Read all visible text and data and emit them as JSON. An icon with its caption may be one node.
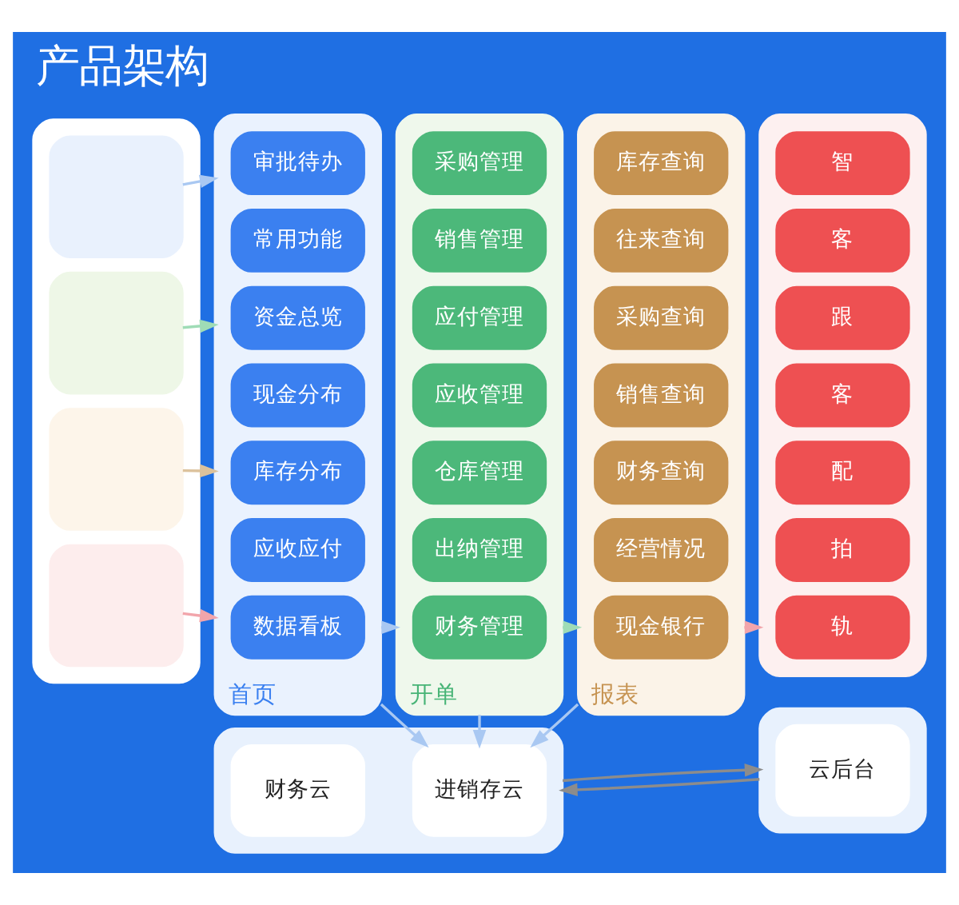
{
  "diagram": {
    "title": "产品架构",
    "nodes": [
      {
        "text": [],
        "shape": "box"
      },
      {
        "text": [],
        "shape": "box",
        "in": 0
      },
      {
        "text": [],
        "shape": "box",
        "in": 0
      },
      {
        "text": [],
        "shape": "box",
        "in": 0
      },
      {
        "text": [],
        "shape": "box",
        "in": 0
      },
      {
        "text": [
          "首页"
        ]
      },
      {
        "text": [
          "审批待办"
        ],
        "in": 5
      },
      {
        "text": [
          "常用功能"
        ],
        "in": 5
      },
      {
        "text": [
          "资金总览"
        ],
        "in": 5
      },
      {
        "text": [
          "现金分布"
        ],
        "in": 5
      },
      {
        "text": [
          "库存分布"
        ],
        "in": 5
      },
      {
        "text": [
          "应收应付"
        ],
        "in": 5
      },
      {
        "text": [
          "数据看板"
        ],
        "in": 5
      },
      {
        "text": [
          "开单"
        ]
      },
      {
        "text": [
          "采购管理"
        ],
        "in": 13
      },
      {
        "text": [
          "销售管理"
        ],
        "in": 13
      },
      {
        "text": [
          "应付管理"
        ],
        "in": 13
      },
      {
        "text": [
          "应收管理"
        ],
        "in": 13
      },
      {
        "text": [
          "仓库管理"
        ],
        "in": 13
      },
      {
        "text": [
          "出纳管理"
        ],
        "in": 13
      },
      {
        "text": [
          "财务管理"
        ],
        "in": 13
      },
      {
        "text": [
          "报表"
        ]
      },
      {
        "text": [
          "库存查询"
        ],
        "in": 21
      },
      {
        "text": [
          "往来查询"
        ],
        "in": 21
      },
      {
        "text": [
          "采购查询"
        ],
        "in": 21
      },
      {
        "text": [
          "销售查询"
        ],
        "in": 21
      },
      {
        "text": [
          "财务查询"
        ],
        "in": 21
      },
      {
        "text": [
          "经营情况"
        ],
        "in": 21
      },
      {
        "text": [
          "现金银行"
        ],
        "in": 21
      },
      {
        "text": [],
        "shape": "box"
      },
      {
        "text": [
          "智"
        ],
        "in": 29
      },
      {
        "text": [
          "客"
        ],
        "in": 29
      },
      {
        "text": [
          "跟"
        ],
        "in": 29
      },
      {
        "text": [
          "客"
        ],
        "in": 29
      },
      {
        "text": [
          "配"
        ],
        "in": 29
      },
      {
        "text": [
          "拍"
        ],
        "in": 29
      },
      {
        "text": [
          "轨"
        ],
        "in": 29
      },
      {
        "text": [],
        "shape": "box"
      },
      {
        "text": [
          "财务云"
        ],
        "in": 37
      },
      {
        "text": [
          "进销存云"
        ],
        "in": 37
      },
      {
        "text": [],
        "shape": "box"
      },
      {
        "text": [
          "云后台"
        ],
        "in": 40
      }
    ],
    "edges": [
      {
        "from": 1,
        "to": 5,
        "arrow": "to"
      },
      {
        "from": 2,
        "to": 5,
        "arrow": "to",
        "color": "#9fdcb6"
      },
      {
        "from": 3,
        "to": 5,
        "arrow": "to",
        "color": "#dcc29c"
      },
      {
        "from": 4,
        "to": 5,
        "arrow": "to",
        "color": "#f2a5ab"
      },
      {
        "from": 5,
        "to": 13,
        "arrow": "to"
      },
      {
        "from": 13,
        "to": 21,
        "arrow": "to",
        "color": "#9fdcb6"
      },
      {
        "from": 21,
        "to": 29,
        "arrow": "to",
        "color": "#f2a5ab"
      },
      {
        "from": 5,
        "to": 39,
        "arrow": "to"
      },
      {
        "from": 13,
        "to": 39,
        "arrow": "to"
      },
      {
        "from": 21,
        "to": 39,
        "arrow": "to"
      },
      {
        "from": 40,
        "to": 37,
        "arrow": "to",
        "color": "#8c8c8c"
      },
      {
        "from": 37,
        "to": 40,
        "arrow": "to",
        "color": "#8c8c8c"
      }
    ]
  }
}
